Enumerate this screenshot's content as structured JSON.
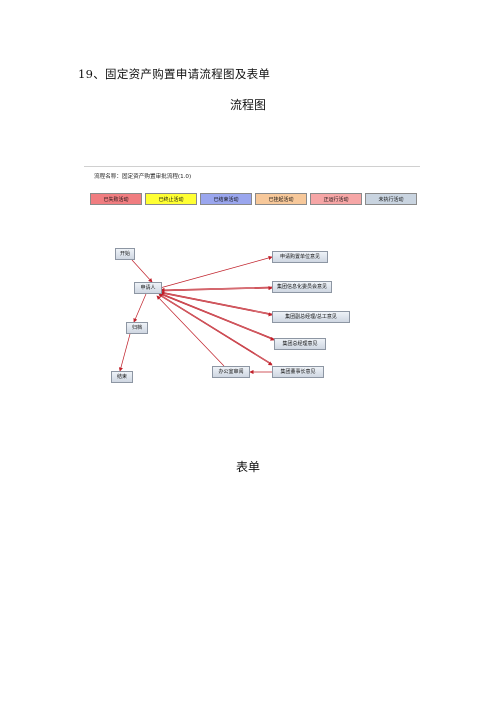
{
  "heading": "19、固定资产购置申请流程图及表单",
  "flow_caption": "流程图",
  "form_caption": "表单",
  "figure": {
    "flow_name": "流程名称：固定资产购置审批流程(1.0)",
    "legend": [
      {
        "label": "已失败活动",
        "color": "#f07d80"
      },
      {
        "label": "已终止活动",
        "color": "#ffff33"
      },
      {
        "label": "已结束活动",
        "color": "#9aa6ee"
      },
      {
        "label": "已挂起活动",
        "color": "#f7c89a"
      },
      {
        "label": "正运行活动",
        "color": "#f6a6a6"
      },
      {
        "label": "未执行活动",
        "color": "#c9d4e0"
      }
    ],
    "nodes": {
      "start": "开始",
      "applicant": "申请人",
      "archive": "归档",
      "end": "结束",
      "dept_opinion": "申请购置单位意见",
      "group_it": "集团信息化委员会意见",
      "group_deputy": "集团副总经理/总工意见",
      "group_gm": "集团总经理意见",
      "group_board": "集团董事长意见",
      "office": "办公室审阅"
    }
  }
}
